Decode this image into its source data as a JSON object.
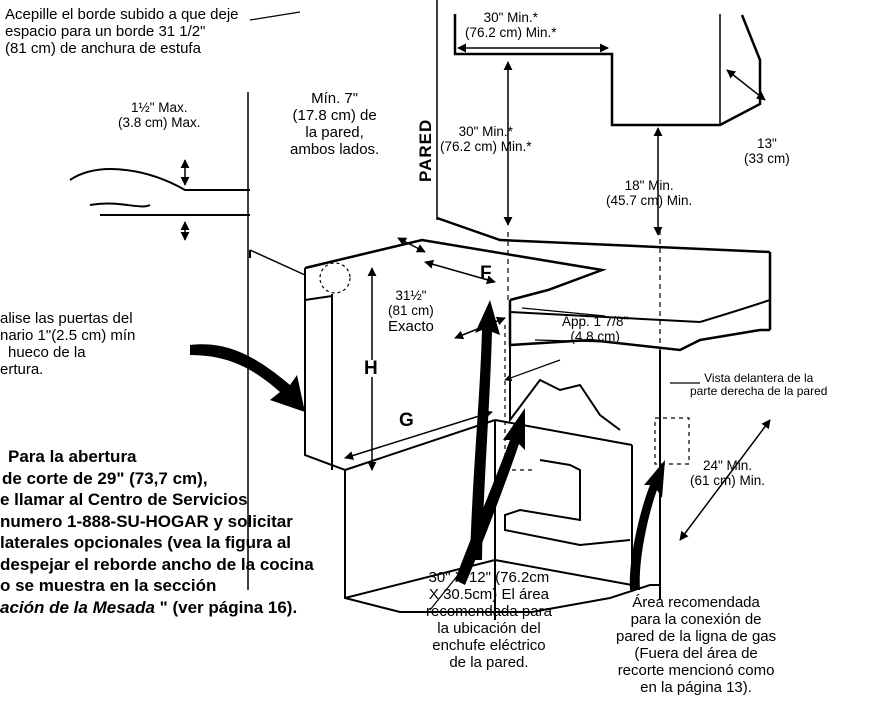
{
  "labels": {
    "brush_edge": [
      "Acepille el borde subido a que deje",
      "espacio para un borde 31 1/2\"",
      "(81 cm) de anchura de estufa"
    ],
    "max_edge": [
      "1½\" Max.",
      "(3.8 cm) Max."
    ],
    "min_wall": [
      "Mín. 7\"",
      "(17.8 cm) de",
      "la pared,",
      "ambos lados."
    ],
    "pared": "PARED",
    "top_30_min": [
      "30\" Min.*",
      "(76.2 cm) Min.*"
    ],
    "mid_30_min": [
      "30\" Min.*",
      "(76.2 cm) Min.*"
    ],
    "cabinet_13": [
      "13\"",
      "(33 cm)"
    ],
    "min_18": [
      "18\" Min.",
      "(45.7 cm) Min."
    ],
    "letter_f": "F",
    "letter_h": "H",
    "letter_g": "G",
    "exact_31": [
      "31½\"",
      "(81 cm)",
      "Exacto"
    ],
    "app_178": [
      "App. 1 7/8\"",
      "(4.8 cm)"
    ],
    "front_view": [
      "Vista delantera de la",
      "parte derecha de la pared"
    ],
    "min_24": [
      "24\" Min.",
      "(61 cm) Min."
    ],
    "doors_note": [
      "alise las puertas del",
      "nario 1\"(2.5 cm) mín",
      "hueco de la",
      "ertura."
    ],
    "bold_note": [
      "Para la abertura",
      "de corte de 29\" (73,7 cm),",
      "e llamar al Centro de Servicios",
      "numero 1-888-SU-HOGAR y solicitar",
      "laterales opcionales (vea la figura al",
      "despejar el reborde ancho de la cocina",
      "o se muestra en la sección"
    ],
    "bold_note_last": [
      "ación de la Mesada",
      " \" (ver página 16)."
    ],
    "outlet_area": [
      "30\" X 12\" (76.2cm",
      "X 30.5cm) El área",
      "recomendada para",
      "la ubicación del",
      "enchufe eléctrico",
      "de la pared."
    ],
    "gas_area": [
      "Área recomendada",
      "para la conexión de",
      "pared de la ligna de gas",
      "(Fuera del área de",
      "recorte mencionó como",
      "en la página 13)."
    ]
  }
}
